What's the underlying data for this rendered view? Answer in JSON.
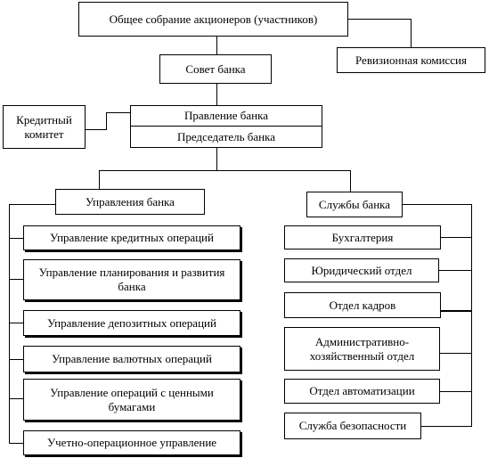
{
  "top": {
    "shareholders": "Общее собрание акционеров (участников)",
    "audit_commission": "Ревизионная комиссия",
    "board": "Совет банка",
    "credit_committee": "Кредитный комитет",
    "management_board": "Правление банка",
    "chairman": "Председатель банка"
  },
  "departments": {
    "title": "Управления банка",
    "items": [
      "Управление кредитных операций",
      "Управление планирования и развития банка",
      "Управление депозитных операций",
      "Управление валютных операций",
      "Управление операций с ценными бумагами",
      "Учетно-операционное управление"
    ]
  },
  "services": {
    "title": "Службы банка",
    "items": [
      "Бухгалтерия",
      "Юридический отдел",
      "Отдел кадров",
      "Административно-хозяйственный отдел",
      "Отдел автоматизации",
      "Служба безопасности"
    ]
  }
}
